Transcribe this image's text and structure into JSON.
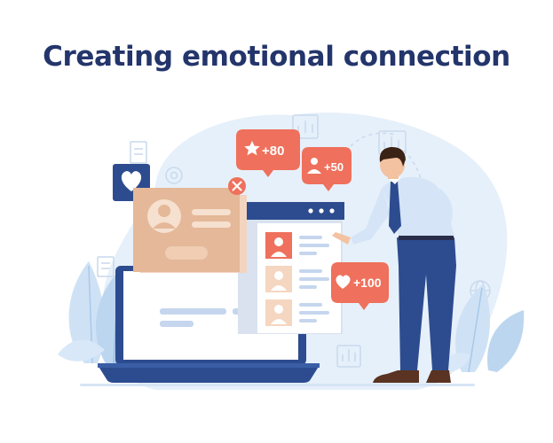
{
  "headline": "Creating emotional connection",
  "reactions": {
    "stars": "+80",
    "followers": "+50",
    "likes": "+100"
  },
  "colors": {
    "headline": "#23356b",
    "accent_coral": "#ef705c",
    "card_peach": "#e4b898",
    "laptop_navy": "#2d4c8f",
    "background_blob": "#e6f0fa",
    "leaf_blue": "#c5dcf2"
  },
  "icons": [
    "heart-icon",
    "star-icon",
    "user-icon",
    "close-icon",
    "globe-icon",
    "gear-icon"
  ]
}
